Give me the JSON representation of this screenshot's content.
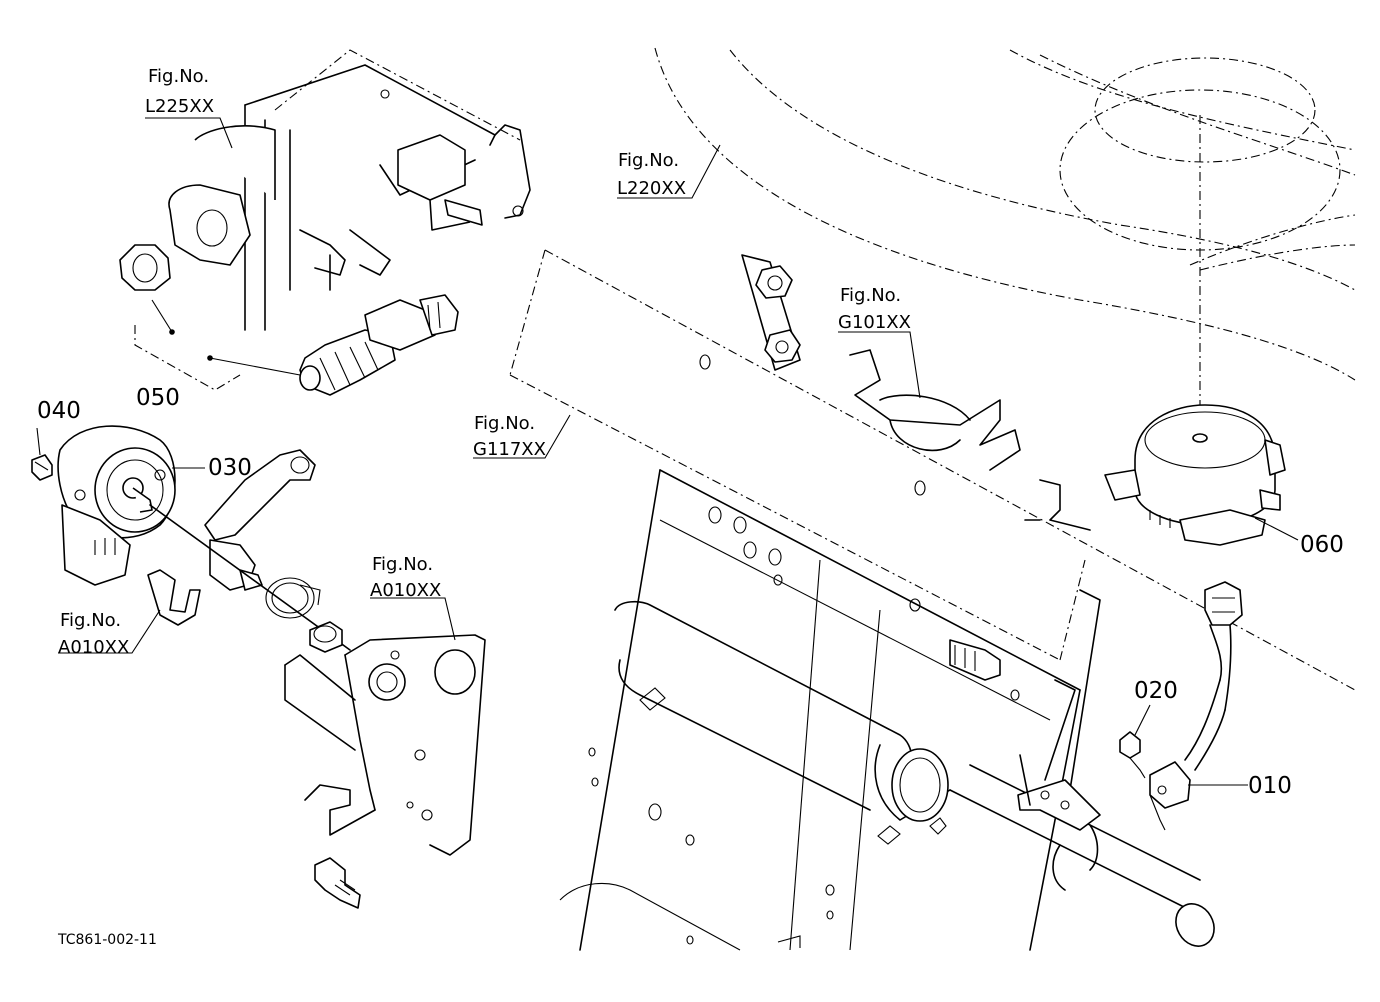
{
  "diagram": {
    "part_callouts": [
      {
        "id": "p010",
        "label": "010"
      },
      {
        "id": "p020",
        "label": "020"
      },
      {
        "id": "p030",
        "label": "030"
      },
      {
        "id": "p040",
        "label": "040"
      },
      {
        "id": "p050",
        "label": "050"
      },
      {
        "id": "p060",
        "label": "060"
      }
    ],
    "figure_refs": [
      {
        "id": "l225",
        "line1": "Fig.No.",
        "line2": "L225XX"
      },
      {
        "id": "l220",
        "line1": "Fig.No.",
        "line2": "L220XX"
      },
      {
        "id": "g101",
        "line1": "Fig.No.",
        "line2": "G101XX"
      },
      {
        "id": "g117",
        "line1": "Fig.No.",
        "line2": "G117XX"
      },
      {
        "id": "a010a",
        "line1": "Fig.No.",
        "line2": "A010XX"
      },
      {
        "id": "a010b",
        "line1": "Fig.No.",
        "line2": "A010XX"
      }
    ],
    "drawing_id": "TC861-002-11"
  }
}
